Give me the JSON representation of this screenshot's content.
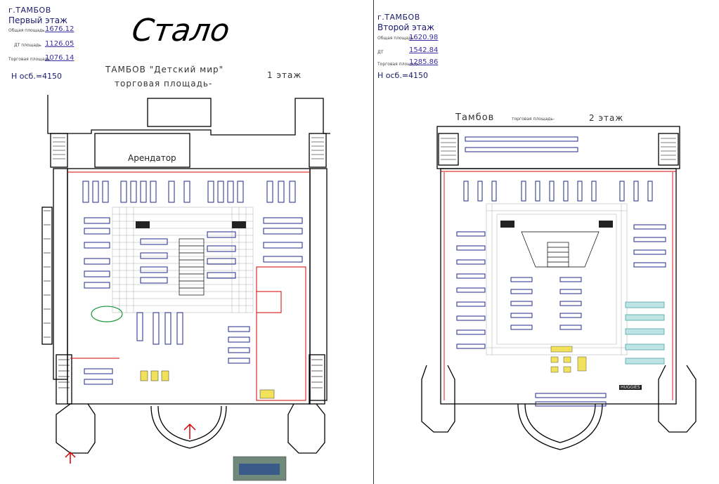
{
  "left_sheet": {
    "city": "г.ТАМБОВ",
    "floor": "Первый этаж",
    "rows": [
      {
        "label": "Общая площадь",
        "value": "1676.12"
      },
      {
        "label": "ДТ площадь",
        "value": "1126.05"
      },
      {
        "label": "Торговая площадь",
        "value": "1076.14"
      }
    ],
    "height": "Н осб.=4150",
    "stamp": "Стало",
    "plan_title": "ТАМБОВ \"Детский мир\"",
    "plan_subtitle": "торговая площадь-",
    "floor_mark": "1 этаж",
    "tenant": "Арендатор"
  },
  "right_sheet": {
    "city": "г.ТАМБОВ",
    "floor": "Второй этаж",
    "rows": [
      {
        "label": "Общая площадь",
        "value": "1620.98"
      },
      {
        "label": "ДТ",
        "value": "1542.84"
      },
      {
        "label": "Торговая площадь",
        "value": "1285.86"
      }
    ],
    "height": "Н осб.=4150",
    "plan_title": "Тамбов",
    "plan_subtitle": "торговая площадь-",
    "floor_mark": "2 этаж",
    "brand": "HUGGIES"
  },
  "colors": {
    "ink": "#1a1a6e",
    "wall": "#000000",
    "fixture": "#1f2a8a",
    "accent_red": "#d40000",
    "accent_yellow": "#f2e15a",
    "accent_teal": "#4aa6a6",
    "grid": "#9a9a9a"
  }
}
